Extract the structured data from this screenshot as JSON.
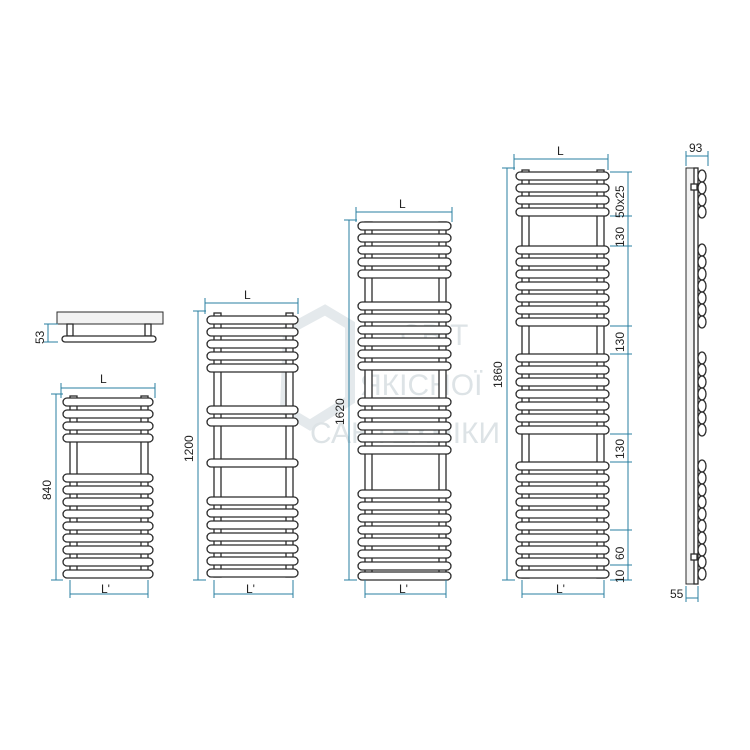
{
  "watermark": {
    "line1": "СВІТ",
    "line2": "ЯКІСНОЇ",
    "line3": "САНТЕХНІКИ"
  },
  "labels": {
    "length": "L",
    "length_prime": "L'"
  },
  "dimensions": {
    "top_view_height": "53",
    "h840": "840",
    "h1200": "1200",
    "h1620": "1620",
    "h1860": "1860",
    "bar_spec": "50x25",
    "gap_a": "130",
    "gap_b": "130",
    "gap_c": "130",
    "bottom_gap": "60",
    "bottom_offset": "10",
    "side_depth": "93",
    "side_bottom": "55"
  },
  "colors": {
    "line": "#2b2b2b",
    "dimension": "#2a7fa0",
    "watermark": "#dde3e6"
  }
}
